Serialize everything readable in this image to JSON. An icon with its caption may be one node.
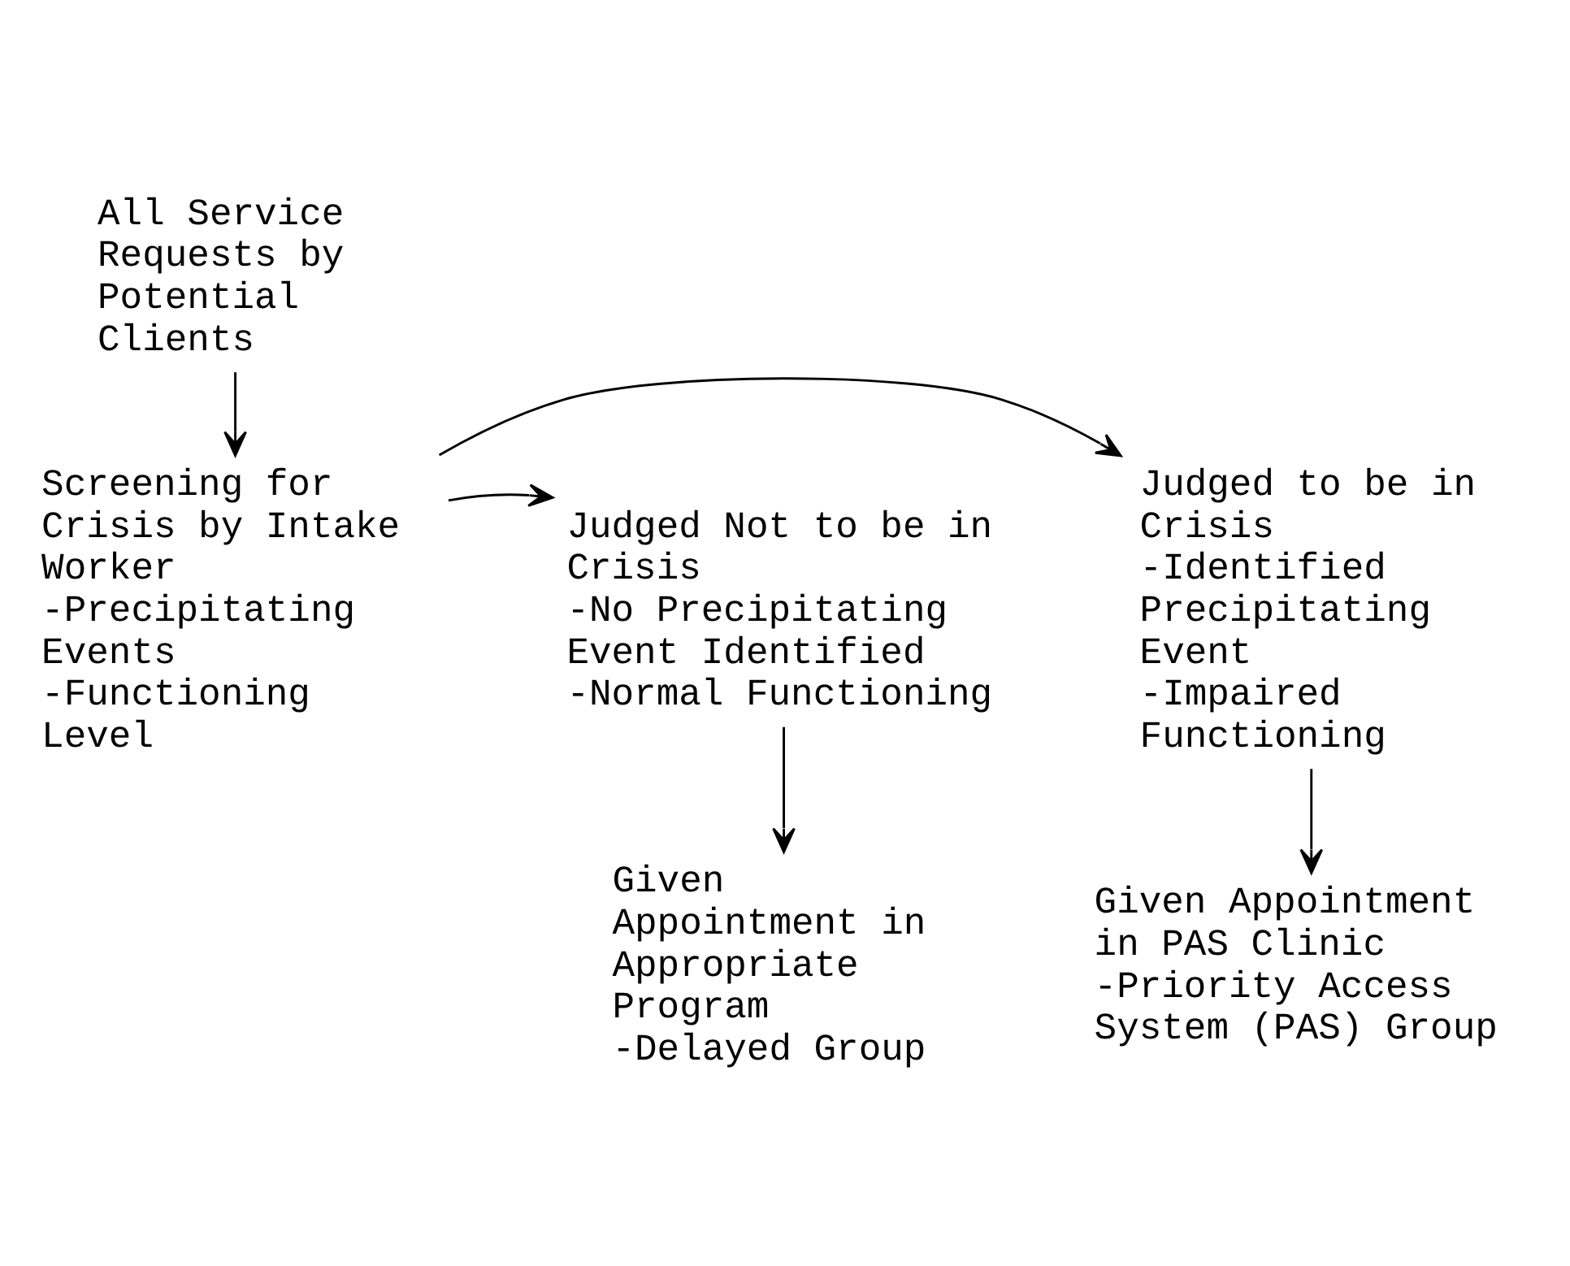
{
  "diagram": {
    "nodes": [
      {
        "text": [
          "All Service Requests by Potential Clients"
        ]
      },
      {
        "text": [
          "Screening for Crisis by Intake Worker",
          "-Precipitating Events",
          "-Functioning Level"
        ]
      },
      {
        "text": [
          "Judged to be in Crisis",
          "-Identified Precipitating Event",
          "-Impaired Functioning"
        ]
      },
      {
        "text": [
          "Judged Not to be in Crisis",
          "-No Precipitating Event Identified",
          "-Normal Functioning"
        ]
      },
      {
        "text": [
          "Given Appointment in PAS Clinic",
          "-Priority Access System (PAS) Group"
        ]
      },
      {
        "text": [
          "Given Appointment in Appropriate Program",
          "-Delayed Group"
        ]
      }
    ],
    "edges": [
      {
        "from": 0,
        "to": 1,
        "arrow": "to"
      },
      {
        "from": 1,
        "to": 2,
        "arrow": "to"
      },
      {
        "from": 1,
        "to": 3,
        "arrow": "to"
      },
      {
        "from": 2,
        "to": 4,
        "arrow": "to"
      },
      {
        "from": 3,
        "to": 5,
        "arrow": "to"
      }
    ]
  }
}
